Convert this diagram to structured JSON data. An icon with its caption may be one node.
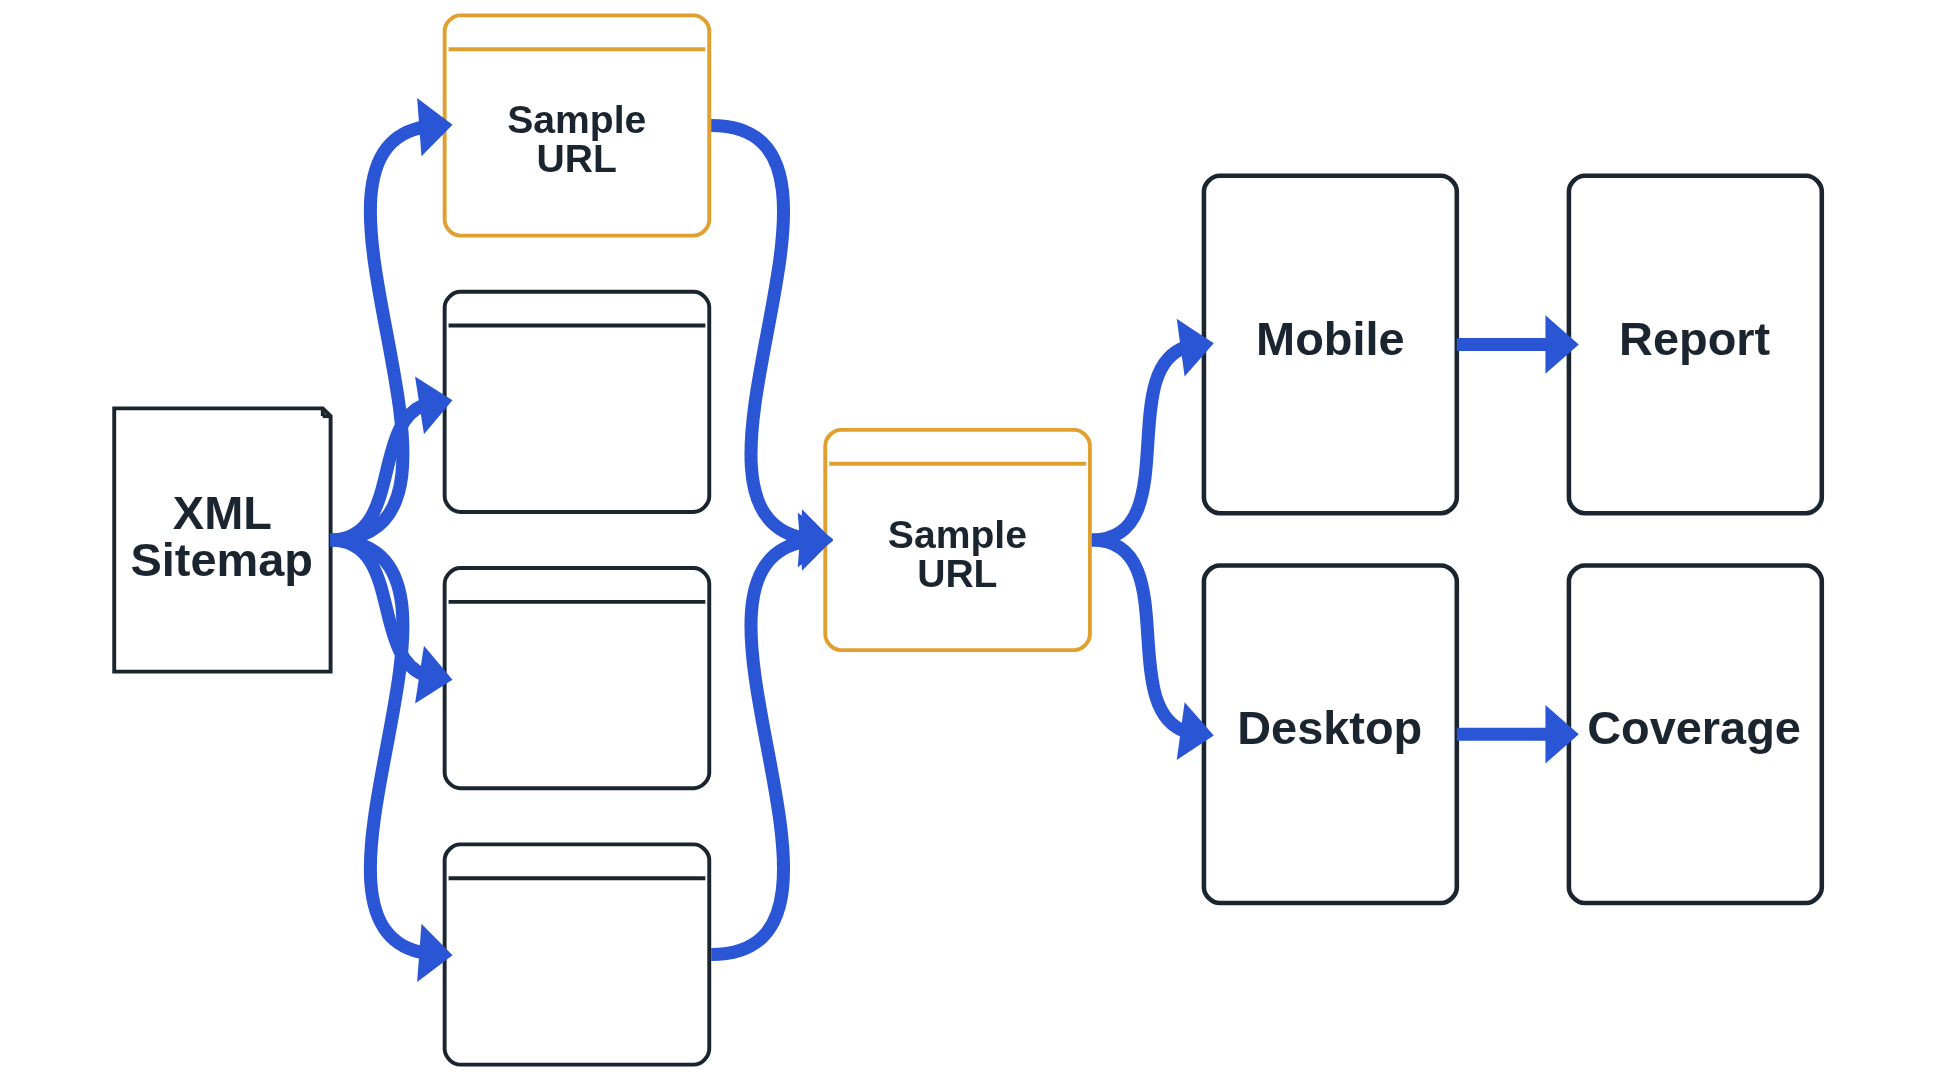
{
  "diagram": {
    "nodes": [
      {
        "text": [
          "XML Sitemap"
        ]
      },
      {
        "text": [
          "Sample URL"
        ]
      },
      {
        "text": [],
        "shape": "box"
      },
      {
        "text": [],
        "shape": "box"
      },
      {
        "text": [],
        "shape": "box"
      },
      {
        "text": [
          "Sample URL"
        ]
      },
      {
        "text": [
          "Mobile"
        ]
      },
      {
        "text": [
          "Desktop"
        ]
      },
      {
        "text": [
          "Report"
        ]
      },
      {
        "text": [
          "Coverage"
        ]
      }
    ],
    "edges": [
      {
        "from": 0,
        "to": 1,
        "arrow": "to"
      },
      {
        "from": 0,
        "to": 2,
        "arrow": "to"
      },
      {
        "from": 0,
        "to": 3,
        "arrow": "to"
      },
      {
        "from": 0,
        "to": 4,
        "arrow": "to"
      },
      {
        "from": 1,
        "to": 5,
        "arrow": "to"
      },
      {
        "from": 4,
        "to": 5,
        "arrow": "to"
      },
      {
        "from": 5,
        "to": 6,
        "arrow": "to"
      },
      {
        "from": 5,
        "to": 7,
        "arrow": "to"
      },
      {
        "from": 6,
        "to": 8,
        "arrow": "to"
      },
      {
        "from": 7,
        "to": 9,
        "arrow": "to"
      }
    ]
  }
}
